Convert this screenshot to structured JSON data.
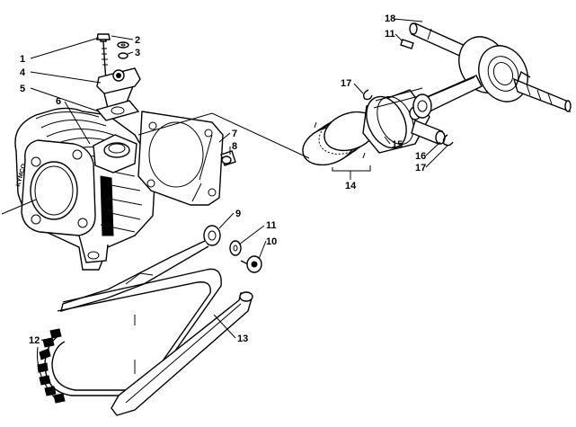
{
  "diagram": {
    "brand_mark": "KYMCO",
    "callouts": [
      "1",
      "2",
      "3",
      "4",
      "5",
      "6",
      "7",
      "8",
      "9",
      "10",
      "11",
      "11",
      "12",
      "13",
      "14",
      "15",
      "16",
      "17",
      "17",
      "18"
    ],
    "parts": [
      "cylinder-block",
      "cylinder-gasket",
      "cam-chain-tensioner",
      "tensioner-gasket",
      "tensioner-bolt",
      "sealing-washer",
      "dowel-pin",
      "chain-guide-upper",
      "guide-bolt",
      "guide-washer",
      "cam-chain",
      "chain-guide-lower",
      "piston-ring-set",
      "piston",
      "wrist-pin",
      "circlip",
      "crankshaft",
      "woodruff-key"
    ]
  }
}
